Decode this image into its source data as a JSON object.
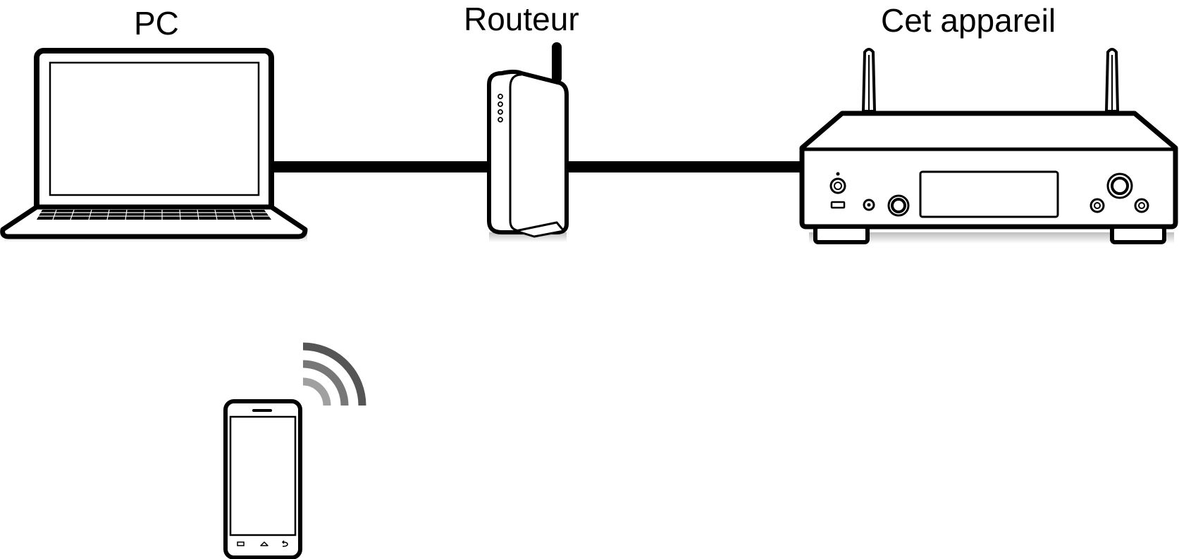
{
  "diagram": {
    "labels": {
      "pc": "PC",
      "router": "Routeur",
      "device": "Cet appareil"
    },
    "icons": [
      "laptop-icon",
      "router-icon",
      "network-player-icon",
      "smartphone-icon",
      "wireless-signal-icon"
    ],
    "colors": {
      "line": "#000000",
      "background": "#ffffff",
      "signal": "#7a7a7a"
    }
  }
}
